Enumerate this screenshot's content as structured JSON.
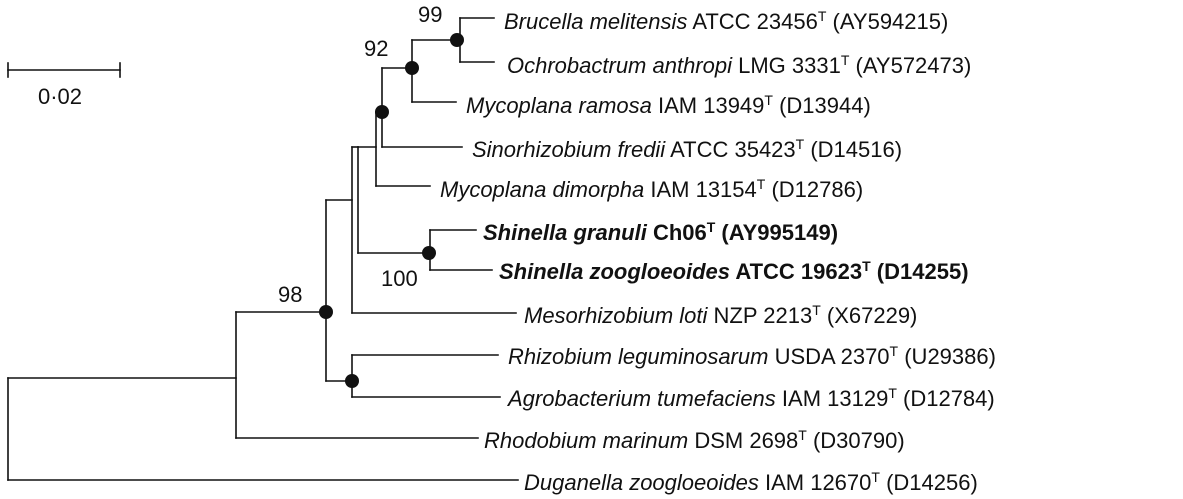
{
  "scale_bar": {
    "label": "0·02"
  },
  "bootstrap": {
    "b99": "99",
    "b92": "92",
    "b100": "100",
    "b98": "98"
  },
  "taxa": [
    {
      "genus_species": "Brucella melitensis",
      "strain": "ATCC 23456",
      "type_mark": "T",
      "accession": "(AY594215)",
      "bold": false
    },
    {
      "genus_species": "Ochrobactrum anthropi",
      "strain": "LMG 3331",
      "type_mark": "T",
      "accession": "(AY572473)",
      "bold": false
    },
    {
      "genus_species": "Mycoplana ramosa",
      "strain": "IAM 13949",
      "type_mark": "T",
      "accession": "(D13944)",
      "bold": false
    },
    {
      "genus_species": "Sinorhizobium fredii",
      "strain": "ATCC 35423",
      "type_mark": "T",
      "accession": "(D14516)",
      "bold": false
    },
    {
      "genus_species": "Mycoplana dimorpha",
      "strain": "IAM 13154",
      "type_mark": "T",
      "accession": "(D12786)",
      "bold": false
    },
    {
      "genus_species": "Shinella granuli",
      "strain": "Ch06",
      "type_mark": "T",
      "accession": "(AY995149)",
      "bold": true
    },
    {
      "genus_species": "Shinella zoogloeoides",
      "strain": "ATCC 19623",
      "type_mark": "T",
      "accession": "(D14255)",
      "bold": true
    },
    {
      "genus_species": "Mesorhizobium loti",
      "strain": "NZP 2213",
      "type_mark": "T",
      "accession": "(X67229)",
      "bold": false
    },
    {
      "genus_species": "Rhizobium leguminosarum",
      "strain": "USDA 2370",
      "type_mark": "T",
      "accession": "(U29386)",
      "bold": false
    },
    {
      "genus_species": "Agrobacterium tumefaciens",
      "strain": "IAM 13129",
      "type_mark": "T",
      "accession": "(D12784)",
      "bold": false
    },
    {
      "genus_species": "Rhodobium marinum",
      "strain": "DSM 2698",
      "type_mark": "T",
      "accession": "(D30790)",
      "bold": false
    },
    {
      "genus_species": "Duganella zoogloeoides",
      "strain": "IAM 12670",
      "type_mark": "T",
      "accession": "(D14256)",
      "bold": false
    }
  ]
}
